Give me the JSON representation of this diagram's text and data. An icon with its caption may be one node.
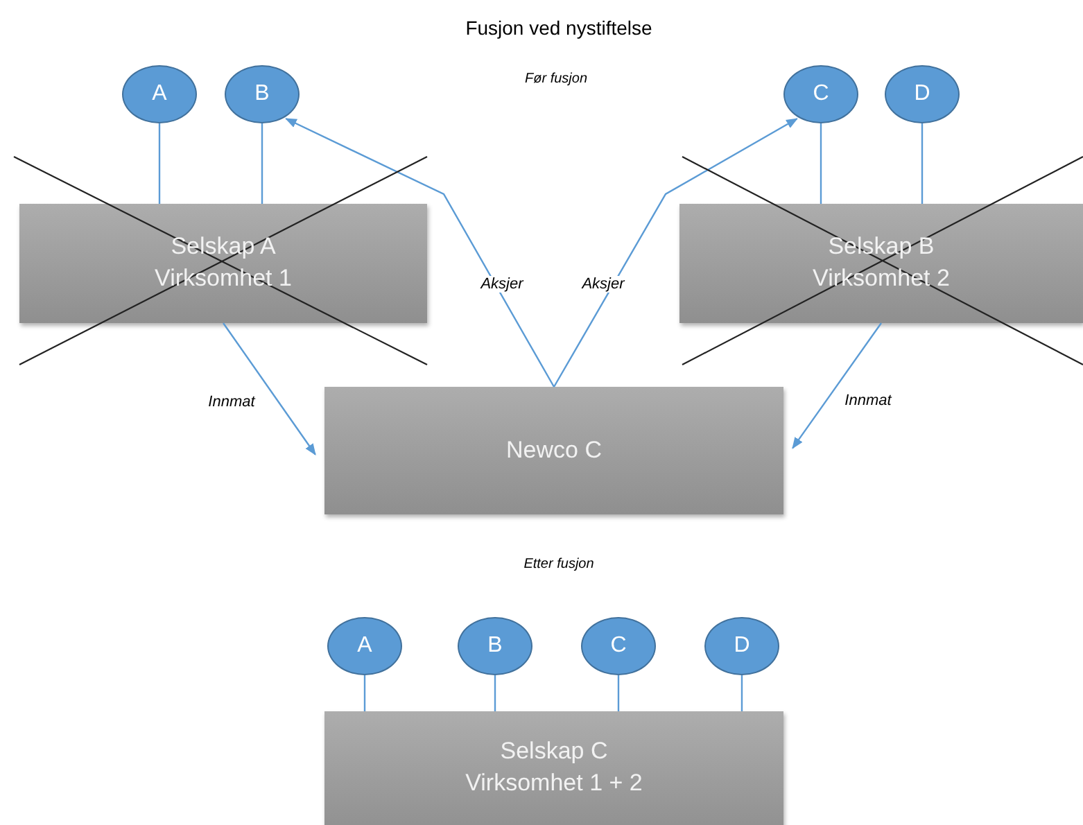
{
  "diagram": {
    "title": "Fusjon ved nystiftelse",
    "nodes": [
      {
        "text": [
          "A"
        ]
      },
      {
        "text": [
          "B"
        ]
      },
      {
        "text": [
          "C"
        ]
      },
      {
        "text": [
          "D"
        ]
      },
      {
        "text": [
          "Selskap A Virksomhet 1"
        ]
      },
      {
        "text": [
          "Selskap B Virksomhet 2"
        ]
      },
      {
        "text": [
          "Newco C"
        ]
      },
      {
        "text": [
          "A"
        ]
      },
      {
        "text": [
          "B"
        ]
      },
      {
        "text": [
          "C"
        ]
      },
      {
        "text": [
          "D"
        ]
      },
      {
        "text": [
          "Selskap C Virksomhet 1 + 2"
        ]
      }
    ],
    "edges": [
      {
        "from": 0,
        "to": 4,
        "arrow": "none"
      },
      {
        "from": 1,
        "to": 4,
        "arrow": "none"
      },
      {
        "from": 2,
        "to": 5,
        "arrow": "none"
      },
      {
        "from": 3,
        "to": 5,
        "arrow": "none"
      },
      {
        "from": 4,
        "to": 6,
        "arrow": "to",
        "label": "Innmat"
      },
      {
        "from": 5,
        "to": 6,
        "arrow": "to",
        "label": "Innmat"
      },
      {
        "from": 6,
        "to": 1,
        "arrow": "to",
        "label": "Aksjer"
      },
      {
        "from": 6,
        "to": 2,
        "arrow": "to",
        "label": "Aksjer"
      },
      {
        "from": 7,
        "to": 11,
        "arrow": "none"
      },
      {
        "from": 8,
        "to": 11,
        "arrow": "none"
      },
      {
        "from": 9,
        "to": 11,
        "arrow": "none"
      },
      {
        "from": 10,
        "to": 11,
        "arrow": "none"
      }
    ],
    "labels": [
      "Før fusjon",
      "Etter fusjon"
    ]
  }
}
